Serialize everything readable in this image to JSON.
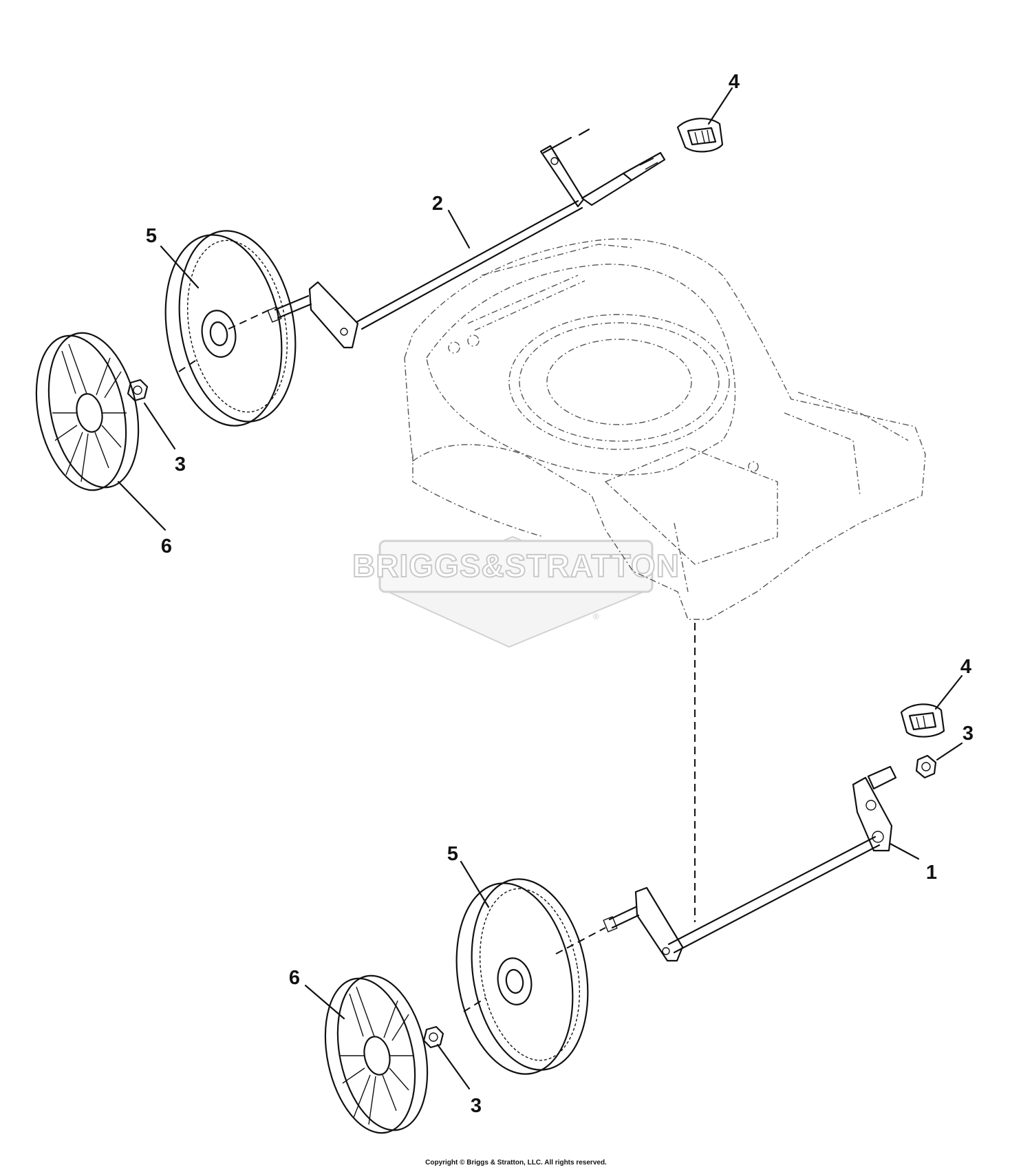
{
  "watermark": {
    "brand": "BRIGGS&STRATTON",
    "registered": "®"
  },
  "callouts": [
    {
      "id": "c4_top",
      "number": "4"
    },
    {
      "id": "c2",
      "number": "2"
    },
    {
      "id": "c5_top",
      "number": "5"
    },
    {
      "id": "c3_top",
      "number": "3"
    },
    {
      "id": "c6_top",
      "number": "6"
    },
    {
      "id": "c4_bot",
      "number": "4"
    },
    {
      "id": "c3_right",
      "number": "3"
    },
    {
      "id": "c1",
      "number": "1"
    },
    {
      "id": "c5_bot",
      "number": "5"
    },
    {
      "id": "c6_bot",
      "number": "6"
    },
    {
      "id": "c3_bot",
      "number": "3"
    }
  ],
  "footer": {
    "copyright": "Copyright © Briggs & Stratton, LLC. All rights reserved."
  },
  "colors": {
    "ink": "#111111",
    "ghost": "#555555",
    "watermark": "#c9c9c9",
    "background": "#ffffff"
  }
}
